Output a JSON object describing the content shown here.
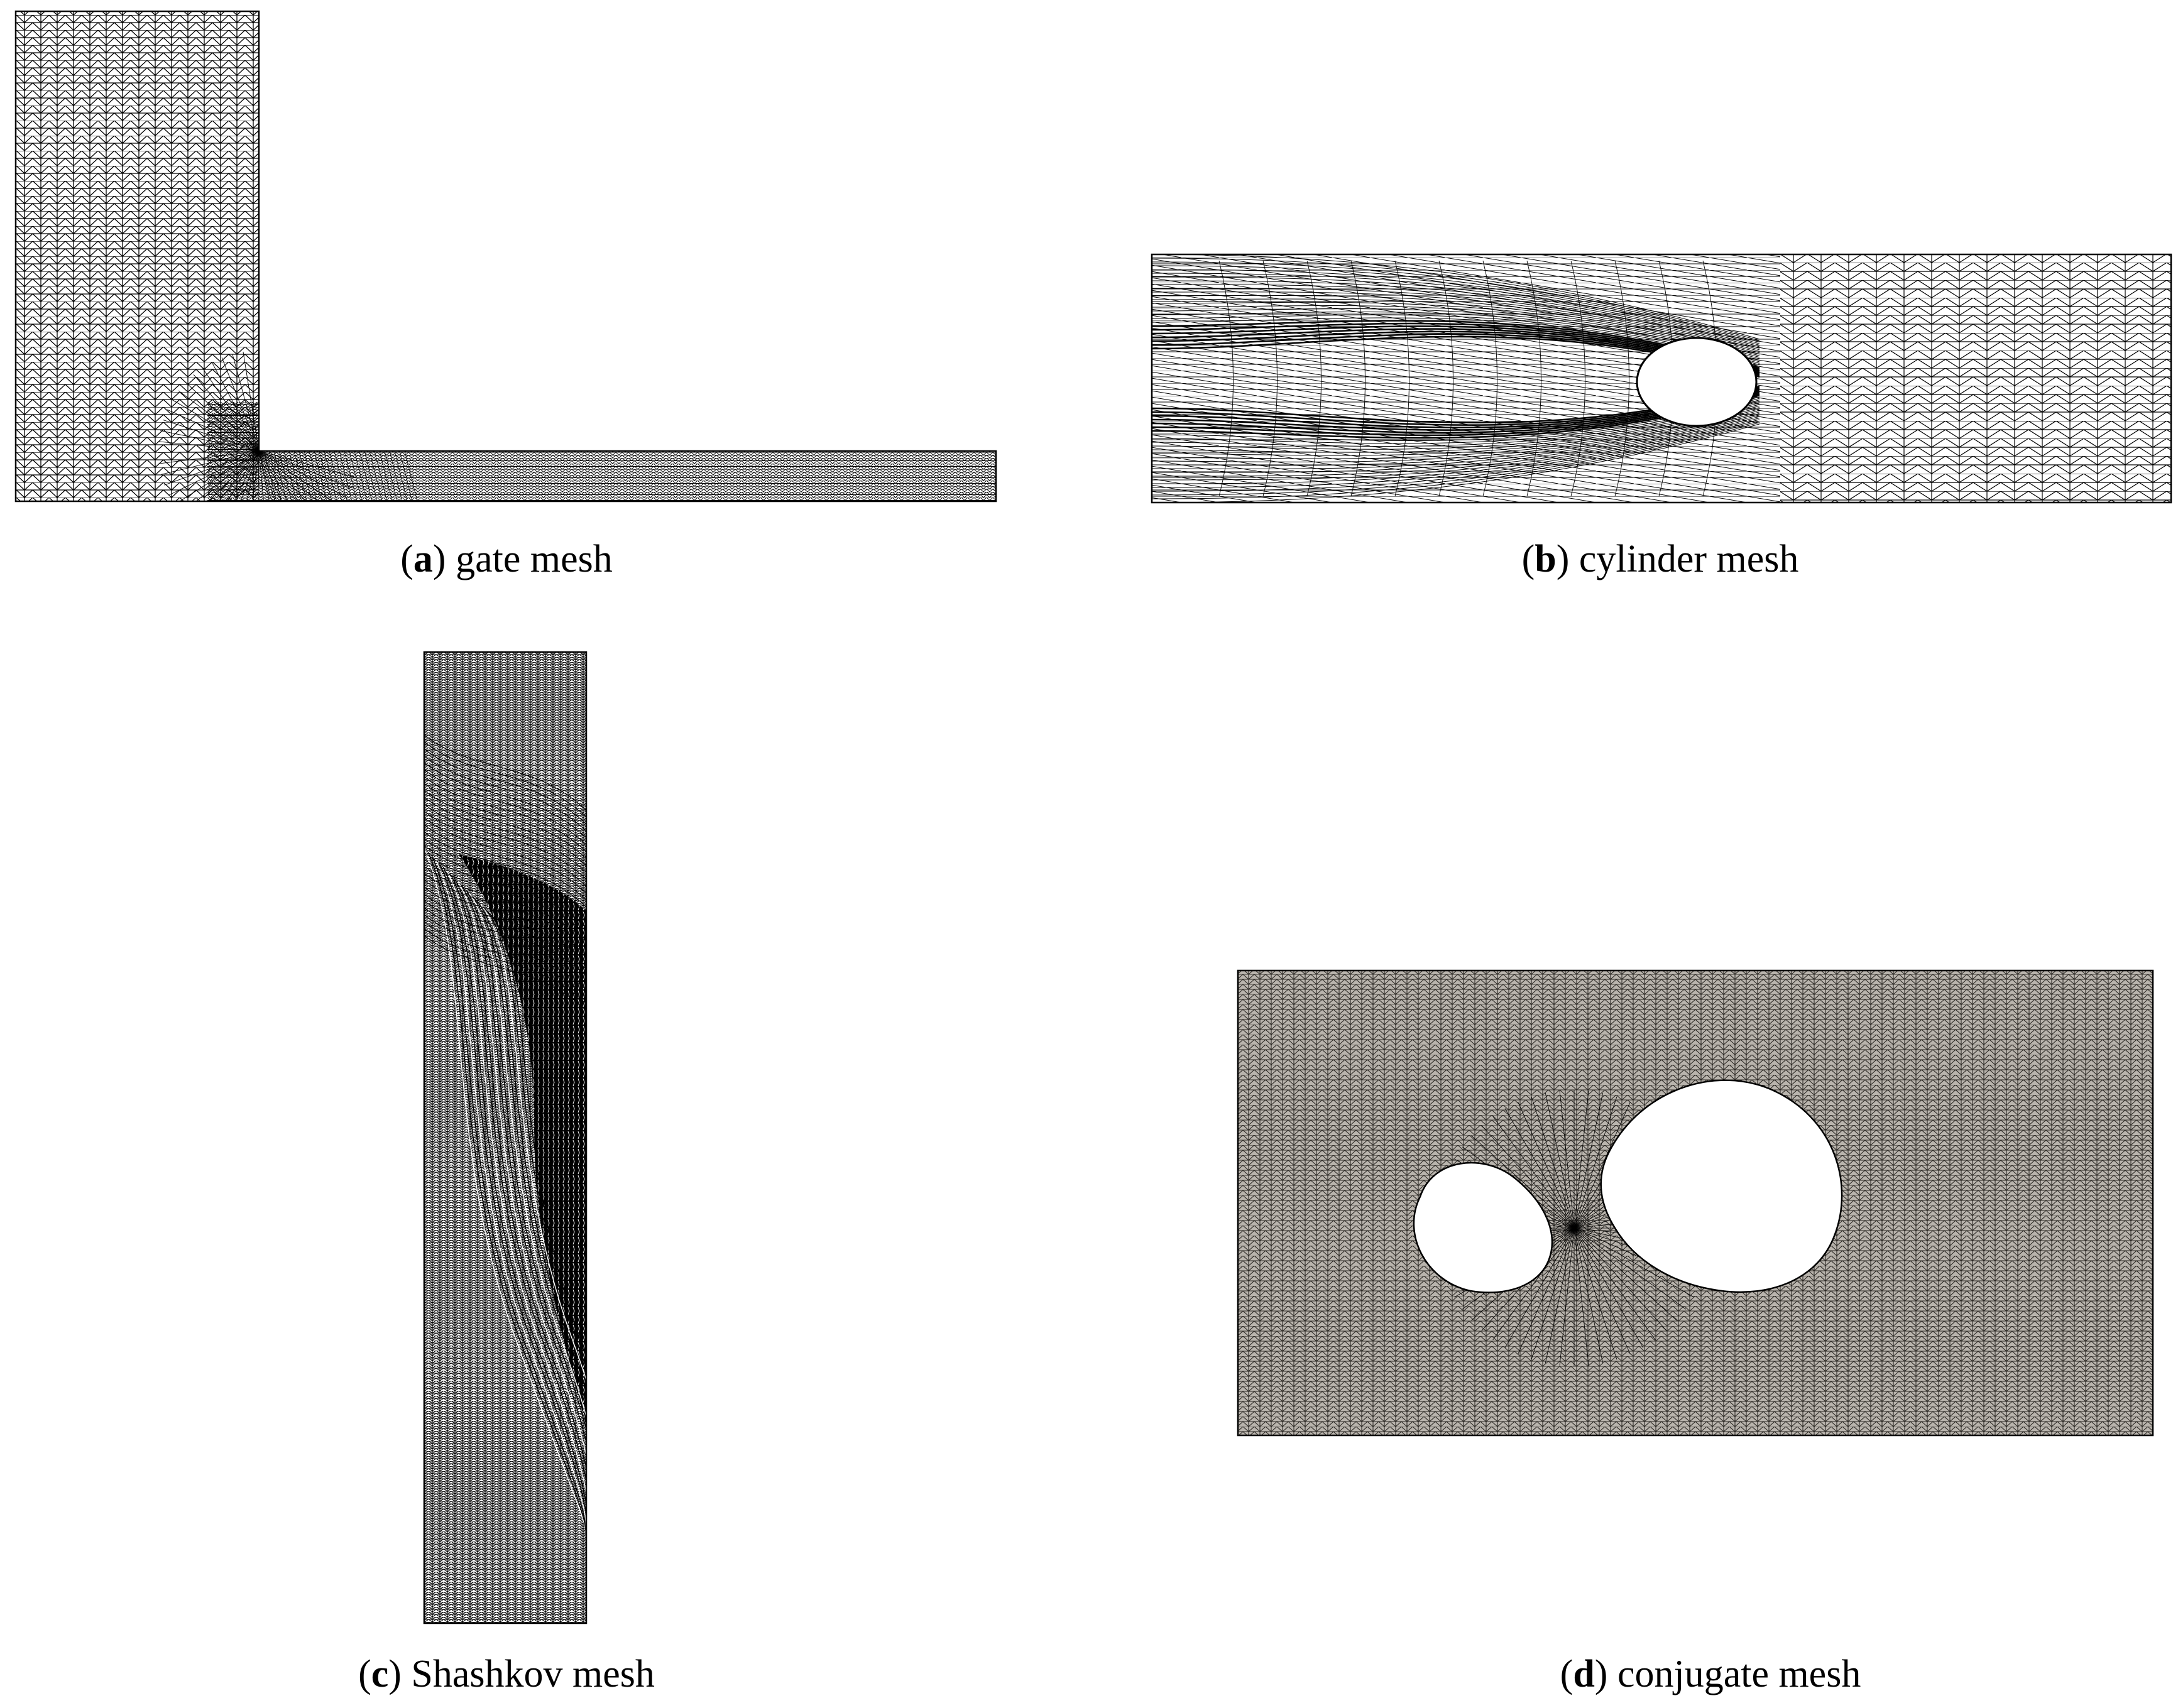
{
  "figure": {
    "panels": [
      {
        "id": "a",
        "label": "a",
        "caption": "gate mesh"
      },
      {
        "id": "b",
        "label": "b",
        "caption": "cylinder mesh"
      },
      {
        "id": "c",
        "label": "c",
        "caption": "Shashkov mesh"
      },
      {
        "id": "d",
        "label": "d",
        "caption": "conjugate mesh"
      }
    ]
  },
  "colors": {
    "mesh_line": "#000000",
    "mesh_fill_light": "#ffffff",
    "mesh_fill_gray": "#b9b4ad",
    "mesh_fill_dark": "#000000"
  }
}
